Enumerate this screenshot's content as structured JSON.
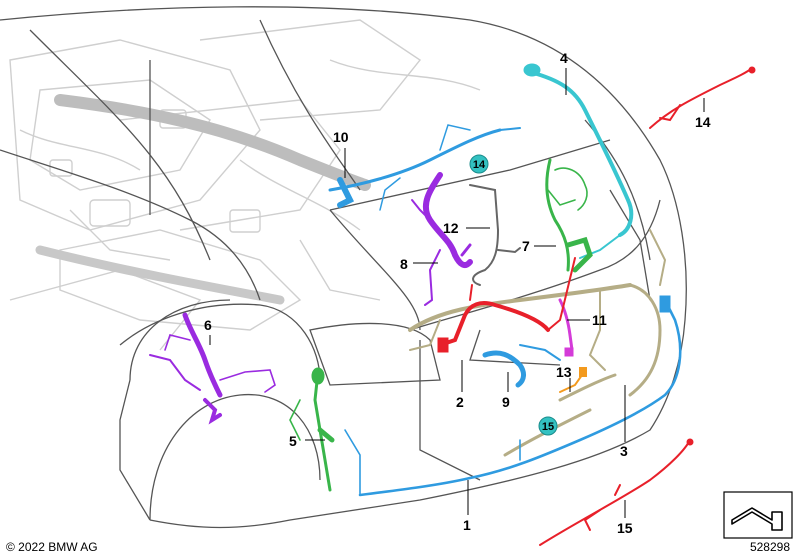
{
  "copyright": "© 2022 BMW AG",
  "diagram_id": "528298",
  "callouts": {
    "c1": "1",
    "c2": "2",
    "c3": "3",
    "c4": "4",
    "c5": "5",
    "c6": "6",
    "c7": "7",
    "c8": "8",
    "c9": "9",
    "c10": "10",
    "c11": "11",
    "c12": "12",
    "c13": "13",
    "c14": "14",
    "c15": "15"
  },
  "badges": {
    "b14": "14",
    "b15": "15"
  },
  "colors": {
    "harness_blue": "#2f9be0",
    "harness_purple": "#9a2be0",
    "harness_green": "#39b54a",
    "harness_red": "#e8202a",
    "harness_cyan": "#39c6d0",
    "harness_olive": "#b5ad86",
    "harness_orange": "#f39a1e",
    "harness_gray": "#666666",
    "badge_fill": "#33c1c1",
    "body_line": "#555555",
    "interior_gray": "#cfcfcf"
  },
  "icons": {
    "nav_arrow": "corner-arrow-icon"
  }
}
